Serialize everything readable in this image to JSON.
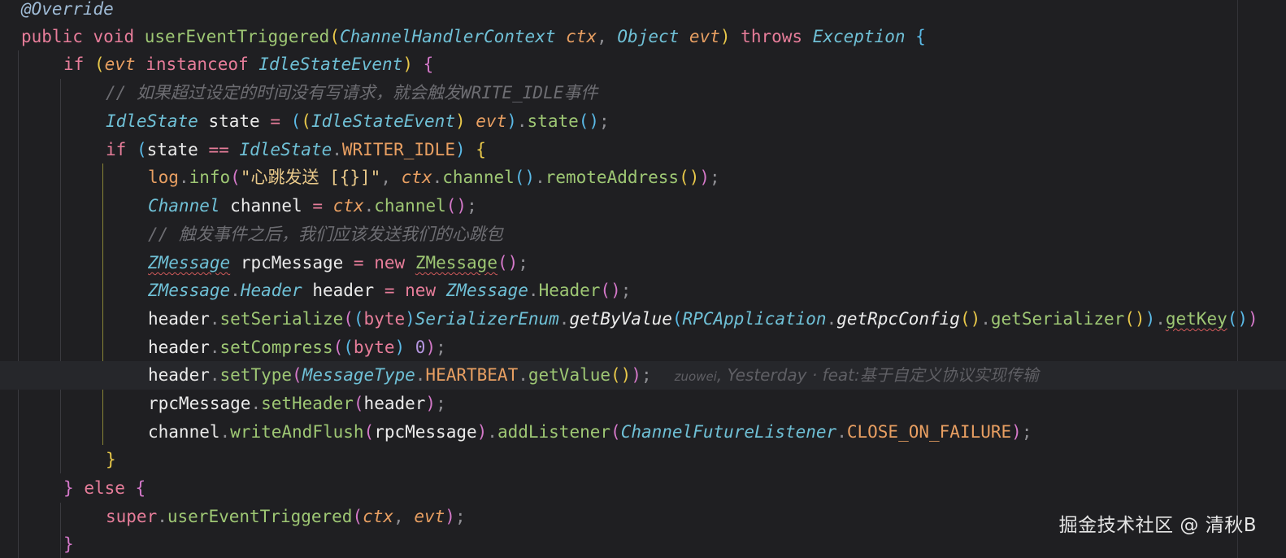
{
  "code": {
    "annotation": "@Override",
    "kw_public": "public",
    "kw_void": "void",
    "method_user_event": "userEventTriggered",
    "type_ctx": "ChannelHandlerContext",
    "param_ctx": "ctx",
    "type_object": "Object",
    "param_evt": "evt",
    "kw_throws": "throws",
    "type_exception": "Exception",
    "kw_if": "if",
    "kw_instanceof": "instanceof",
    "type_idle_event": "IdleStateEvent",
    "comment_1": "// 如果超过设定的时间没有写请求，就会触发WRITE_IDLE事件",
    "type_idle_state": "IdleState",
    "var_state": "state",
    "method_state": "state",
    "field_writer_idle": "WRITER_IDLE",
    "field_log": "log",
    "method_info": "info",
    "string_heartbeat": "\"心跳发送 [{}]\"",
    "method_channel": "channel",
    "method_remote_address": "remoteAddress",
    "type_channel": "Channel",
    "var_channel": "channel",
    "comment_2": "// 触发事件之后，我们应该发送我们的心跳包",
    "type_zmessage": "ZMessage",
    "var_rpc_message": "rpcMessage",
    "kw_new": "new",
    "type_header": "Header",
    "var_header": "header",
    "method_set_serialize": "setSerialize",
    "kw_byte": "byte",
    "type_serializer_enum": "SerializerEnum",
    "method_get_by_value": "getByValue",
    "type_rpc_application": "RPCApplication",
    "method_get_rpc_config": "getRpcConfig",
    "method_get_serializer": "getSerializer",
    "method_get_key": "getKey",
    "method_set_compress": "setCompress",
    "num_zero": "0",
    "method_set_type": "setType",
    "type_message_type": "MessageType",
    "field_heartbeat": "HEARTBEAT",
    "method_get_value": "getValue",
    "method_set_header": "setHeader",
    "method_write_and_flush": "writeAndFlush",
    "method_add_listener": "addListener",
    "type_future_listener": "ChannelFutureListener",
    "field_close_on_failure": "CLOSE_ON_FAILURE",
    "kw_else": "else",
    "kw_super": "super"
  },
  "blame": {
    "author": "zuowei",
    "detail": ", Yesterday · feat:基于自定义协议实现传输"
  },
  "watermark": "掘金技术社区 @ 清秋B"
}
